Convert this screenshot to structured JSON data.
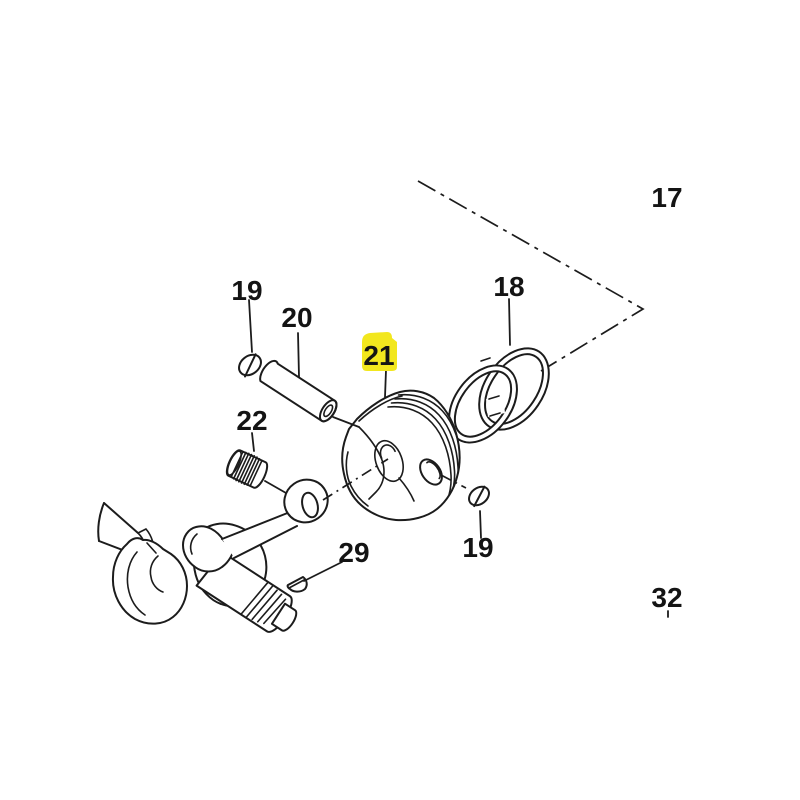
{
  "colors": {
    "highlight": "#f2e71e",
    "line": "#1c1c1c",
    "text": "#141414",
    "background": "#ffffff"
  },
  "highlighted_part": "21",
  "callouts": {
    "cylinder": "17",
    "ring_set": "18",
    "circlip_top": "19",
    "piston_pin": "20",
    "piston": "21",
    "needle_bearing": "22",
    "woodruff_key": "29",
    "circlip_bottom": "19",
    "part_32": "32"
  }
}
